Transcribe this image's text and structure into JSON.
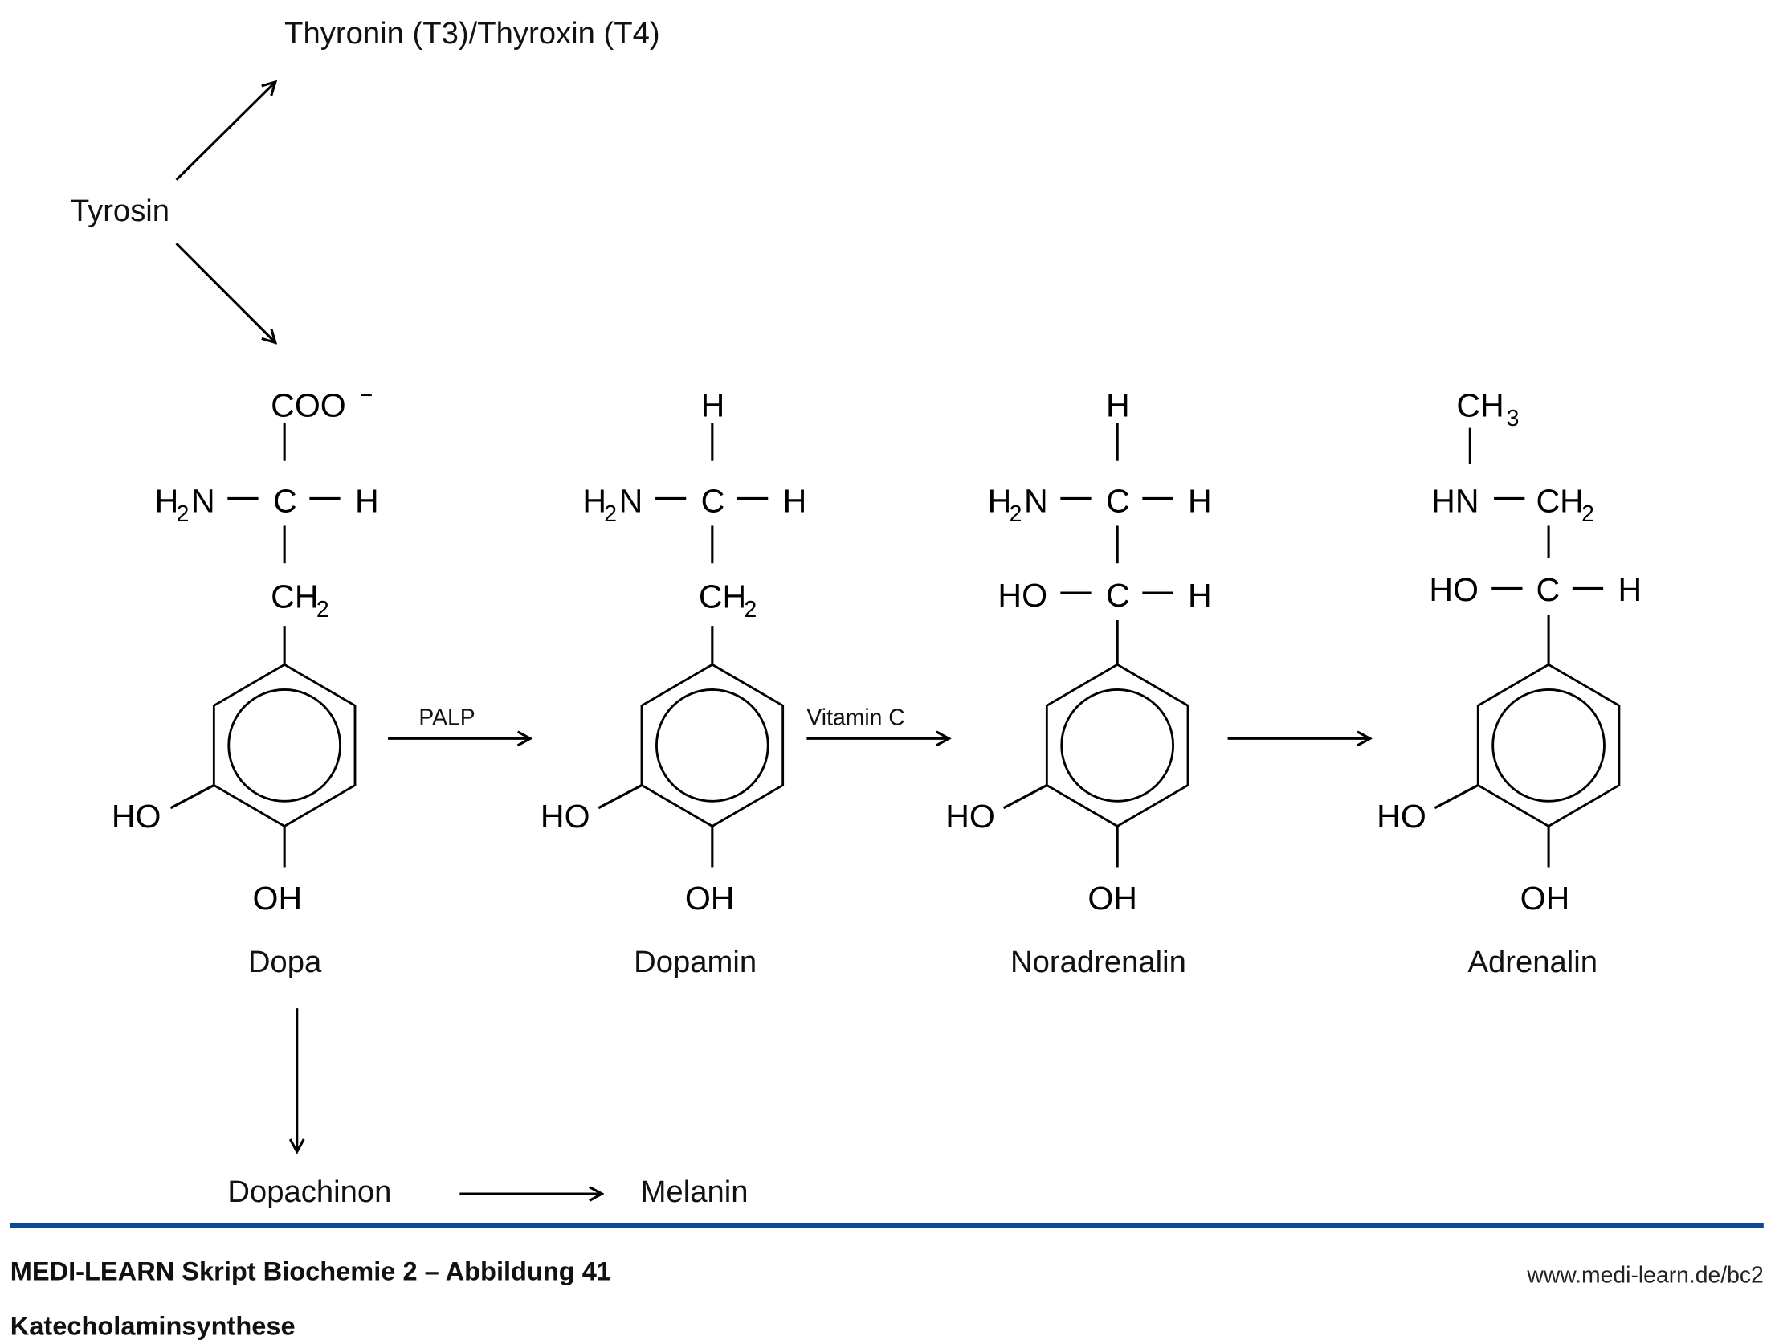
{
  "pathway": {
    "start": "Tyrosin",
    "thyroid_product": "Thyronin (T3)/Thyroxin (T4)",
    "branch_product_1": "Dopachinon",
    "branch_product_2": "Melanin"
  },
  "compounds": [
    {
      "name": "Dopa",
      "top": "COO",
      "top_charge": "−",
      "amino": "H",
      "amino_sub": "2",
      "amino_n": "N",
      "center": "C",
      "right": "H",
      "chain": "CH",
      "chain_sub": "2",
      "ring_left": "HO",
      "ring_bottom": "OH"
    },
    {
      "name": "Dopamin",
      "top": "H",
      "amino": "H",
      "amino_sub": "2",
      "amino_n": "N",
      "center": "C",
      "right": "H",
      "chain": "CH",
      "chain_sub": "2",
      "ring_left": "HO",
      "ring_bottom": "OH"
    },
    {
      "name": "Noradrenalin",
      "top": "H",
      "amino": "H",
      "amino_sub": "2",
      "amino_n": "N",
      "center": "C",
      "right": "H",
      "hydroxyl": "HO",
      "center2": "C",
      "right2": "H",
      "ring_left": "HO",
      "ring_bottom": "OH"
    },
    {
      "name": "Adrenalin",
      "top": "CH",
      "top_sub": "3",
      "amino": "HN",
      "chain": "CH",
      "chain_sub": "2",
      "hydroxyl": "HO",
      "center2": "C",
      "right2": "H",
      "ring_left": "HO",
      "ring_bottom": "OH"
    }
  ],
  "cofactors": {
    "dopa_to_dopamin": "PALP",
    "dopamin_to_noradrenalin": "Vitamin C",
    "noradrenalin_to_adrenalin": ""
  },
  "footer": {
    "source": "MEDI-LEARN Skript Biochemie 2 – Abbildung 41",
    "caption": "Katecholaminsynthese",
    "url": "www.medi-learn.de/bc2",
    "rule_color": "#0d4a94"
  }
}
